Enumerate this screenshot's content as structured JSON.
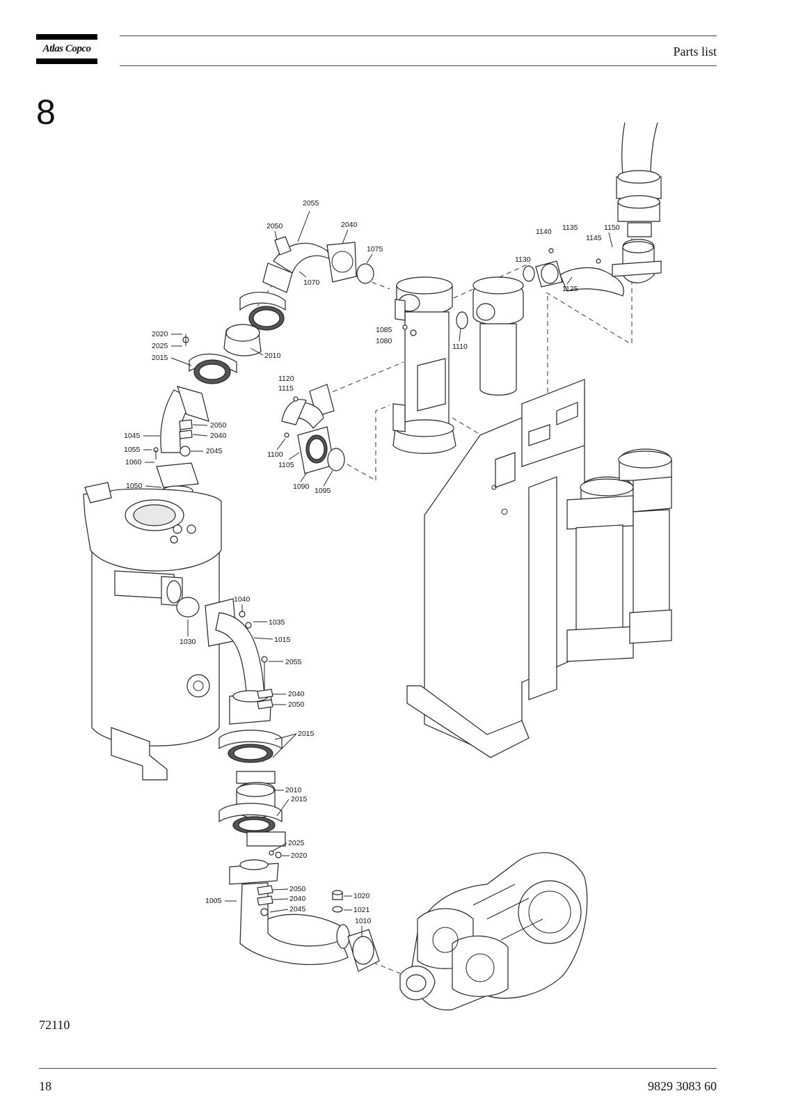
{
  "header": {
    "logo_text": "Atlas Copco",
    "title": "Parts list"
  },
  "section_number": "8",
  "figure_id": "72110",
  "footer": {
    "page_number": "18",
    "document_number": "9829 3083 60"
  },
  "callouts": [
    "2055",
    "2050",
    "2040",
    "1075",
    "1070",
    "1140",
    "1135",
    "1145",
    "1150",
    "1130",
    "1125",
    "2020",
    "2025",
    "2015",
    "2010",
    "1085",
    "1080",
    "1110",
    "1120",
    "1115",
    "2050",
    "2040",
    "1045",
    "1055",
    "2045",
    "1060",
    "1100",
    "1105",
    "1090",
    "1095",
    "1050",
    "1040",
    "1035",
    "1030",
    "1015",
    "2055",
    "2040",
    "2050",
    "2015",
    "2010",
    "2015",
    "2025",
    "2020",
    "2050",
    "2040",
    "2045",
    "1005",
    "1020",
    "1021",
    "1010"
  ]
}
